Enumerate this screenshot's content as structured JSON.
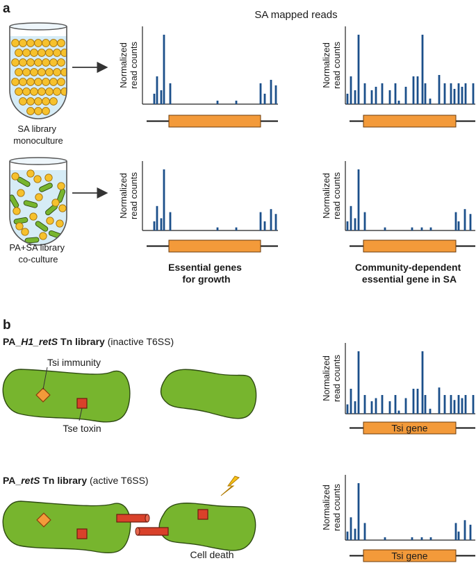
{
  "panel_a": {
    "letter": "a",
    "heading": "SA mapped reads",
    "tube1_label_1": "SA library",
    "tube1_label_2": "monoculture",
    "tube2_label_1": "PA+SA library",
    "tube2_label_2": "co-culture",
    "ylabel_1": "Normalized",
    "ylabel_2": "read counts",
    "caption_left_1": "Essential genes",
    "caption_left_2": "for growth",
    "caption_right_1": "Community-dependent",
    "caption_right_2": "essential gene in SA"
  },
  "panel_b": {
    "letter": "b",
    "lib1_pre": "PA_",
    "lib1_italic": "H1_retS",
    "lib1_bold": " Tn library",
    "lib1_paren": "(inactive T6SS)",
    "lib2_pre": "PA_",
    "lib2_italic": "retS",
    "lib2_bold": " Tn library",
    "lib2_paren": "(active T6SS)",
    "tsi_label": "Tsi immunity",
    "tse_label": "Tse toxin",
    "death_label": "Cell death",
    "gene_label": "Tsi gene",
    "ylabel_1": "Normalized",
    "ylabel_2": "read counts"
  },
  "colors": {
    "bar": "#1b4f8a",
    "gene_box": "#f39a3a",
    "bacterium": "#77b52e",
    "bacterium_edge": "#2e4a12",
    "toxin": "#d9412a",
    "immunity": "#f39a3a",
    "medium": "#d6ecf6",
    "sa_cell": "#f6c12d",
    "lightning": "#f7c21a"
  },
  "icons": [
    "arrow-right-icon",
    "lightning-icon",
    "tube-icon"
  ],
  "chart_data": [
    {
      "type": "bar",
      "name": "SA monoculture – essential gene",
      "values": [
        0.15,
        0.4,
        0.2,
        1.0,
        0.3,
        0,
        0.05,
        0,
        0.05,
        0.05,
        0.05,
        0,
        0.3,
        0.15,
        0.35,
        0.27
      ]
    },
    {
      "type": "bar",
      "name": "SA monoculture – community-dependent gene",
      "values": [
        0.15,
        0.4,
        0.2,
        1.0,
        0.3,
        0.2,
        0.25,
        0.3,
        0.2,
        0.3,
        0.05,
        0.25,
        0.4,
        0.4,
        1.0,
        0.3,
        0.08,
        0.42,
        0.3,
        0.3,
        0.22,
        0.3,
        0.25,
        0.3,
        0.3,
        0.38,
        0.2,
        0.35,
        0.25
      ]
    },
    {
      "type": "bar",
      "name": "PA+SA co-culture – essential gene",
      "values": [
        0.15,
        0.4,
        0.2,
        1.0,
        0.3,
        0,
        0.05,
        0,
        0.05,
        0.05,
        0.05,
        0,
        0.3,
        0.15,
        0.35,
        0.27
      ]
    },
    {
      "type": "bar",
      "name": "PA+SA co-culture – community-dependent gene",
      "values": [
        0.15,
        0.4,
        0.2,
        1.0,
        0.3,
        0.05,
        0.05,
        0.05,
        0.05,
        0.3,
        0.15,
        0.35,
        0.27
      ]
    },
    {
      "type": "bar",
      "name": "PA_H1_retS – Tsi gene",
      "values": [
        0.15,
        0.4,
        0.2,
        1.0,
        0.3,
        0.2,
        0.25,
        0.3,
        0.2,
        0.3,
        0.05,
        0.25,
        0.4,
        0.4,
        1.0,
        0.3,
        0.08,
        0.42,
        0.3,
        0.3,
        0.22,
        0.3,
        0.25,
        0.3,
        0.3,
        0.38,
        0.2,
        0.35,
        0.25
      ]
    },
    {
      "type": "bar",
      "name": "PA_retS – Tsi gene",
      "values": [
        0.15,
        0.4,
        0.2,
        1.0,
        0.3,
        0.05,
        0.05,
        0.05,
        0.05,
        0.3,
        0.15,
        0.35,
        0.27
      ]
    }
  ]
}
